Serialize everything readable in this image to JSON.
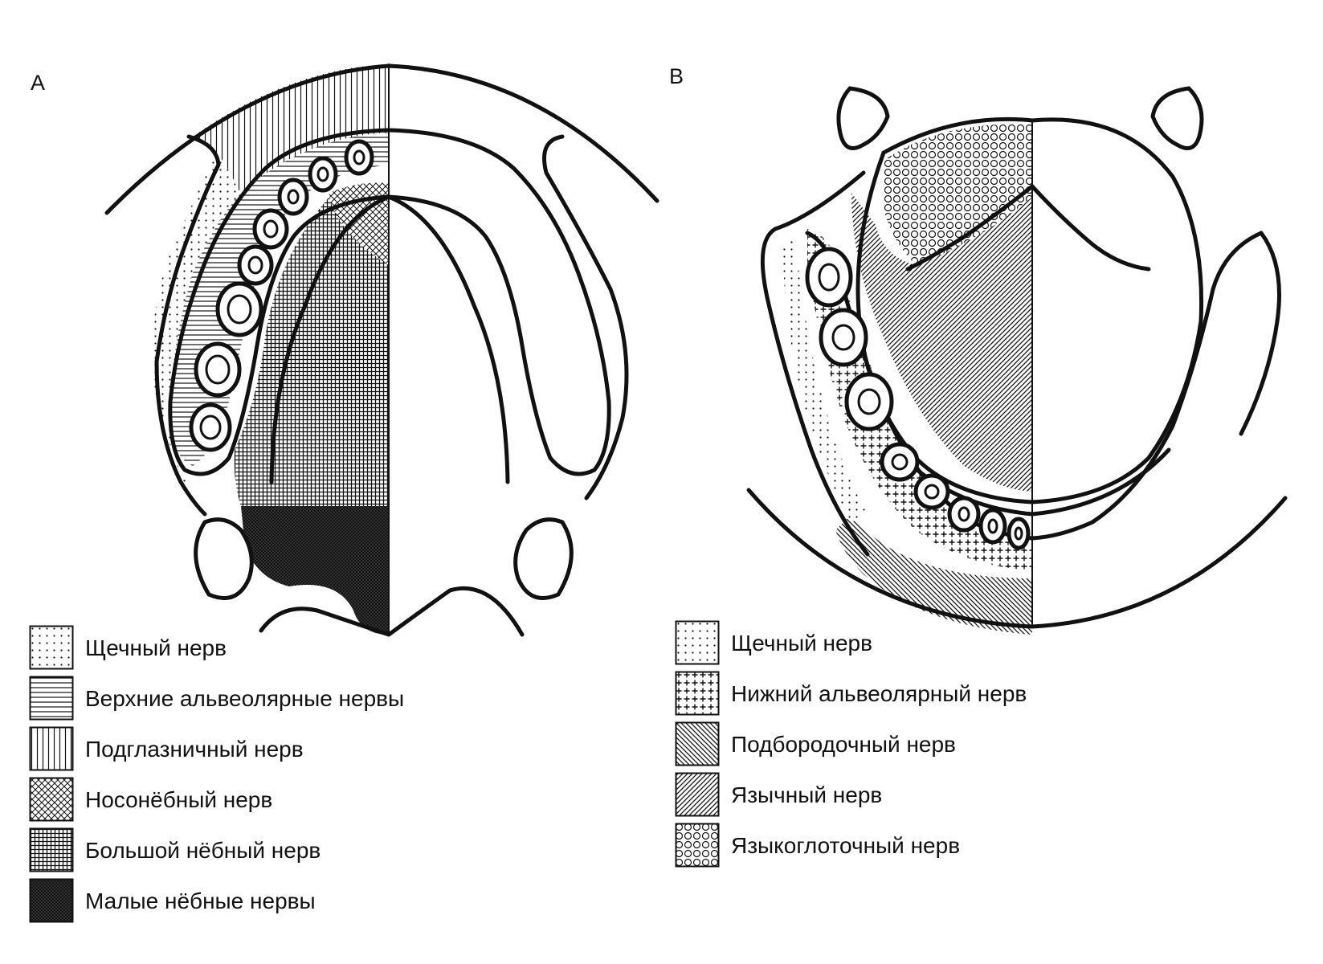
{
  "panels": {
    "a": {
      "letter": "A",
      "legend": [
        {
          "label": "Щечный нерв",
          "pattern": "dots"
        },
        {
          "label": "Верхние альвеолярные нервы",
          "pattern": "hlines"
        },
        {
          "label": "Подглазничный нерв",
          "pattern": "vlines"
        },
        {
          "label": "Носонёбный нерв",
          "pattern": "xcross"
        },
        {
          "label": "Большой нёбный нерв",
          "pattern": "grid"
        },
        {
          "label": "Малые нёбные нервы",
          "pattern": "dense"
        }
      ]
    },
    "b": {
      "letter": "B",
      "legend": [
        {
          "label": "Щечный нерв",
          "pattern": "dots"
        },
        {
          "label": "Нижний альвеолярный нерв",
          "pattern": "plus"
        },
        {
          "label": "Подбородочный нерв",
          "pattern": "diagB"
        },
        {
          "label": "Язычный нерв",
          "pattern": "diagF"
        },
        {
          "label": "Языкоглоточный нерв",
          "pattern": "circles"
        }
      ]
    }
  },
  "colors": {
    "ink": "#111111",
    "paper": "#ffffff"
  }
}
